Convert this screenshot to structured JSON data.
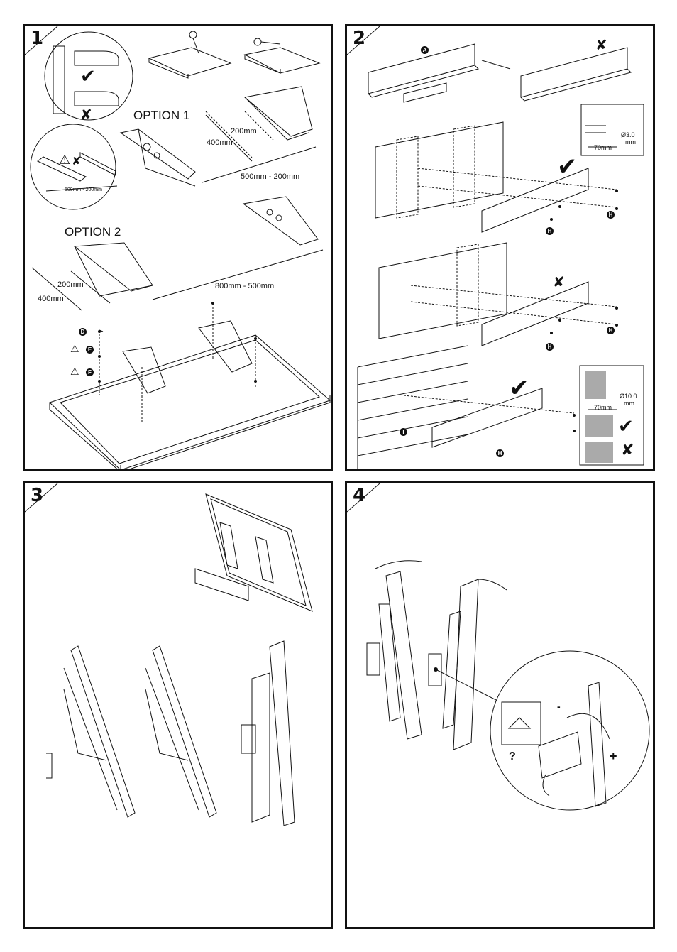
{
  "panels": [
    {
      "number": "1"
    },
    {
      "number": "2"
    },
    {
      "number": "3"
    },
    {
      "number": "4"
    }
  ],
  "panel1": {
    "option1_label": "OPTION 1",
    "option2_label": "OPTION 2",
    "dim_200mm": "200mm",
    "dim_400mm": "400mm",
    "dim_500_200": "500mm - 200mm",
    "dim_800_500": "800mm - 500mm",
    "callout_dim": "500mm - 200mm",
    "part_d": "D",
    "part_e": "E",
    "part_f": "F"
  },
  "panel2": {
    "part_a": "A",
    "part_h": "H",
    "part_i": "I",
    "wood_drill_diameter": "Ø3.0",
    "wood_drill_unit": "mm",
    "wood_depth": "70mm",
    "brick_drill_diameter": "Ø10.0",
    "brick_drill_unit": "mm",
    "brick_depth": "70mm"
  },
  "panel4": {
    "minus_sign": "-",
    "plus_sign": "+",
    "question": "?"
  },
  "icons": {
    "check": "✔",
    "cross": "✘",
    "warning": "⚠"
  }
}
